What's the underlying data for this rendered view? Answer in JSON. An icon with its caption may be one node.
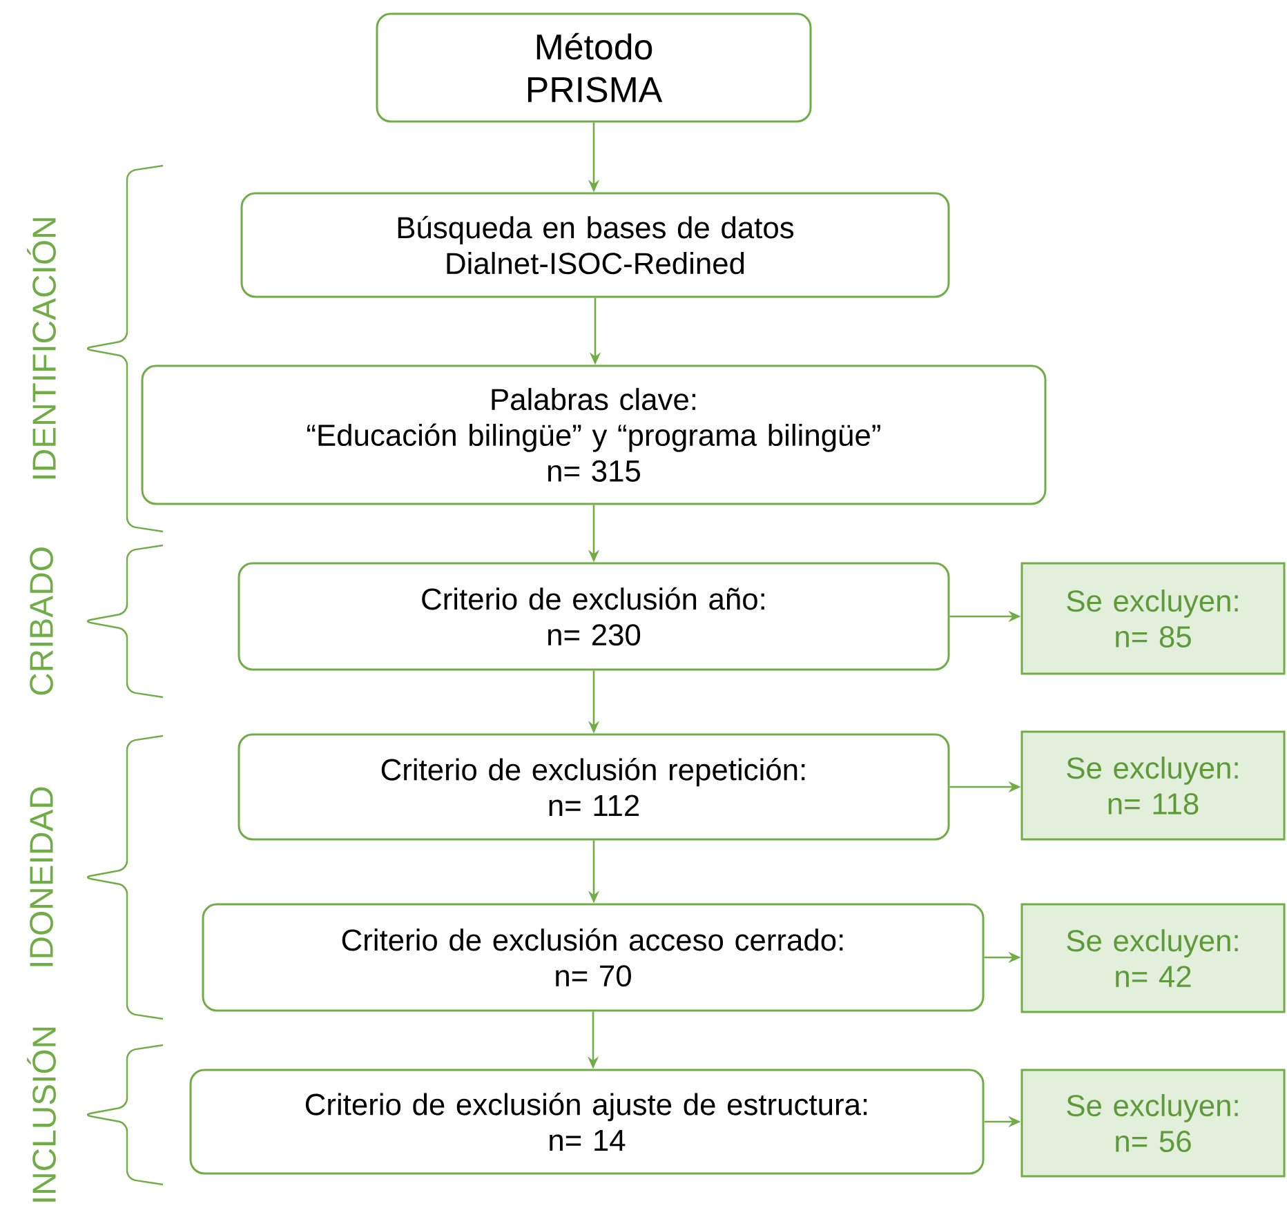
{
  "diagram": {
    "nodes": [
      {
        "text": [
          "Método PRISMA"
        ]
      },
      {
        "text": [
          "Búsqueda en bases de datos",
          "Dialnet-ISOC-Redined"
        ]
      },
      {
        "text": [
          "Palabras clave:",
          "“Educación bilingüe” y “programa bilingüe”",
          "n= 315"
        ]
      },
      {
        "text": [
          "Criterio de exclusión año:",
          "n= 230"
        ]
      },
      {
        "text": [
          "Se excluyen:",
          "n= 85"
        ]
      },
      {
        "text": [
          "Criterio de exclusión repetición:",
          "n= 112"
        ]
      },
      {
        "text": [
          "Se excluyen:",
          "n= 118"
        ]
      },
      {
        "text": [
          "Criterio de exclusión acceso cerrado:",
          "n= 70"
        ]
      },
      {
        "text": [
          "Se excluyen:",
          "n= 42"
        ]
      },
      {
        "text": [
          "Criterio de exclusión ajuste de estructura:",
          "n= 14"
        ]
      },
      {
        "text": [
          "Se excluyen:",
          "n= 56"
        ]
      }
    ],
    "edges": [
      {
        "from": 0,
        "to": 1,
        "arrow": "to"
      },
      {
        "from": 1,
        "to": 2,
        "arrow": "to"
      },
      {
        "from": 2,
        "to": 3,
        "arrow": "to"
      },
      {
        "from": 3,
        "to": 4,
        "arrow": "to"
      },
      {
        "from": 3,
        "to": 5,
        "arrow": "to"
      },
      {
        "from": 5,
        "to": 6,
        "arrow": "to"
      },
      {
        "from": 5,
        "to": 7,
        "arrow": "to"
      },
      {
        "from": 7,
        "to": 8,
        "arrow": "to"
      },
      {
        "from": 7,
        "to": 9,
        "arrow": "to"
      },
      {
        "from": 9,
        "to": 10,
        "arrow": "to"
      }
    ],
    "labels": [
      "IDENTIFICACIÓN",
      "CRIBADO",
      "IDONEIDAD",
      "INCLUSIÓN"
    ]
  }
}
